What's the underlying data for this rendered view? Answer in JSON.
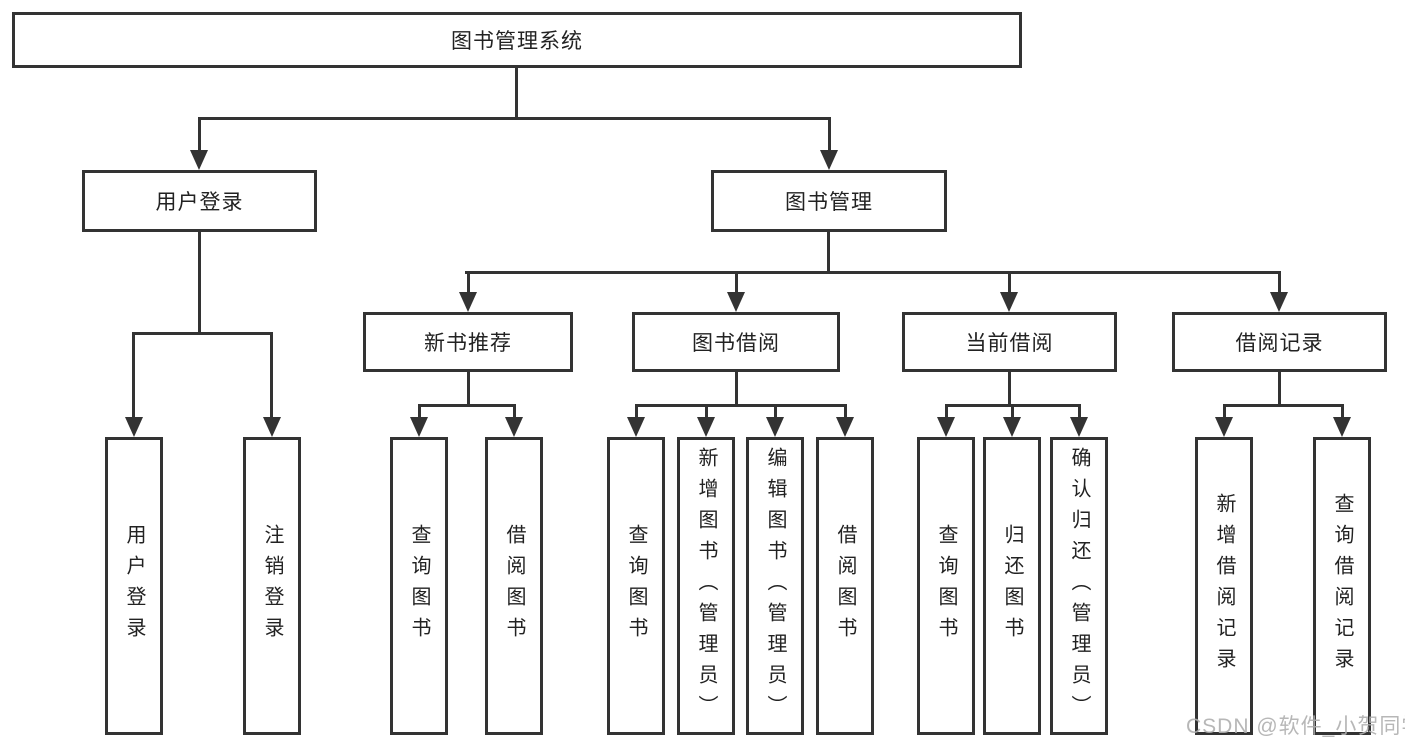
{
  "diagram": {
    "root": {
      "label": "图书管理系统"
    },
    "level2": {
      "user_login": {
        "label": "用户登录"
      },
      "book_mgmt": {
        "label": "图书管理"
      }
    },
    "level3": {
      "new_books": {
        "label": "新书推荐"
      },
      "book_borrow": {
        "label": "图书借阅"
      },
      "current_borrow": {
        "label": "当前借阅"
      },
      "borrow_records": {
        "label": "借阅记录"
      }
    },
    "leaves": {
      "login": [
        "用户登录",
        "注销登录"
      ],
      "new_books": [
        "查询图书",
        "借阅图书"
      ],
      "book_borrow": [
        "查询图书",
        "新增图书（管理员）",
        "编辑图书（管理员）",
        "借阅图书"
      ],
      "current_borrow": [
        "查询图书",
        "归还图书",
        "确认归还（管理员）"
      ],
      "borrow_records": [
        "新增借阅记录",
        "查询借阅记录"
      ]
    }
  },
  "watermark": "CSDN @软件_小贺同学",
  "colors": {
    "line": "#333333",
    "box_background": "#ffffff",
    "text": "#222222",
    "watermark": "#afafaf"
  }
}
